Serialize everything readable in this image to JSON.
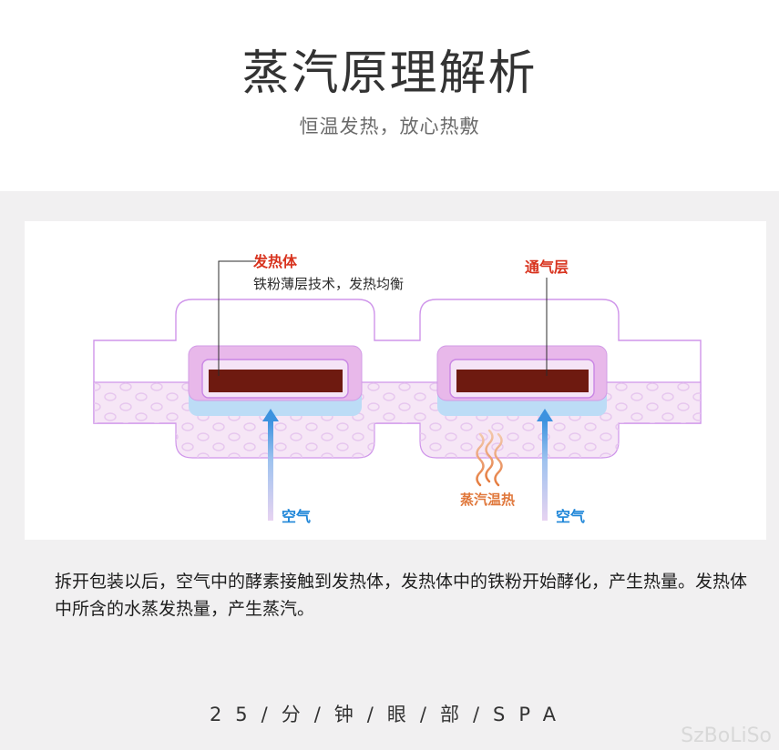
{
  "header": {
    "title": "蒸汽原理解析",
    "subtitle": "恒温发热，放心热敷"
  },
  "diagram": {
    "heater_label": "发热体",
    "heater_sublabel": "铁粉薄层技术，发热均衡",
    "vent_label": "通气层",
    "steam_label": "蒸汽温热",
    "air_label_left": "空气",
    "air_label_right": "空气",
    "colors": {
      "heater_core": "#6e1a10",
      "label_red": "#d8331e",
      "label_blue": "#1f86d8",
      "steam_orange": "#e0783c",
      "outline_purple": "#c98be6"
    }
  },
  "description": "拆开包装以后，空气中的酵素接触到发热体，发热体中的铁粉开始酵化，产生热量。发热体中所含的水蒸发热量，产生蒸汽。",
  "footer": "25/分/钟/眼/部/SPA",
  "watermark": "SzBoLiSo"
}
